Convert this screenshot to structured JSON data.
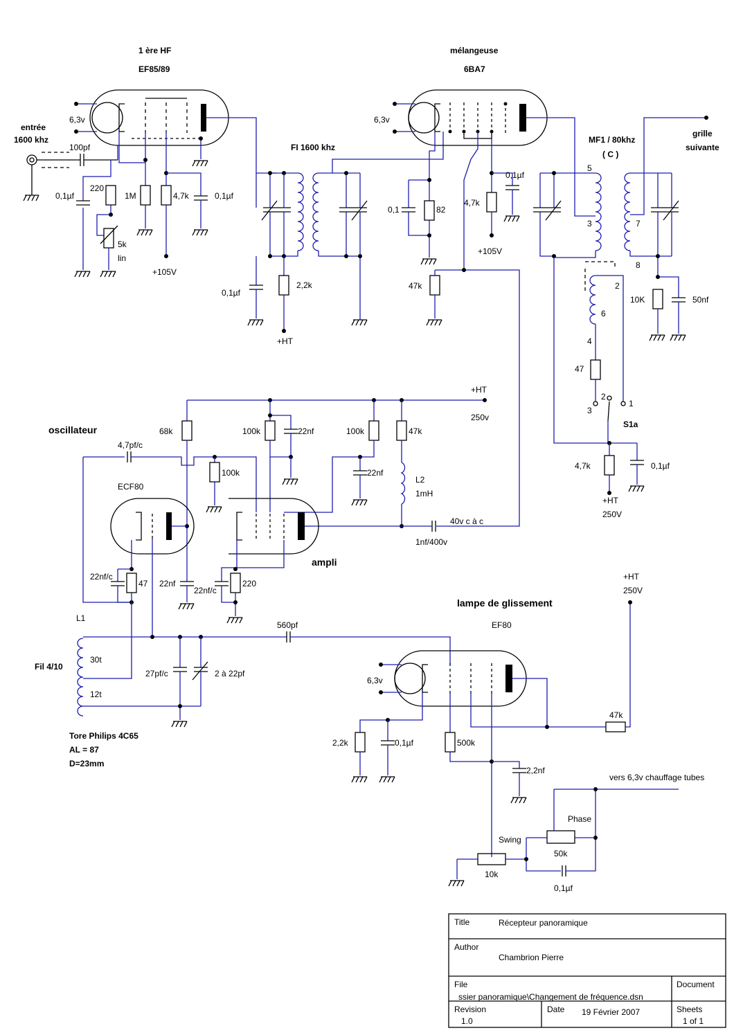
{
  "tubes": {
    "hf": {
      "label": "1 ère HF",
      "type": "EF85/89",
      "heater": "6,3v"
    },
    "mixer": {
      "label": "mélangeuse",
      "type": "6BA7",
      "heater": "6,3v"
    },
    "osc": {
      "type": "ECF80"
    },
    "sweep": {
      "label": "lampe de glissement",
      "type": "EF80",
      "heater": "6,3v"
    }
  },
  "sections": {
    "oscillator": "oscillateur",
    "ampli": "ampli",
    "fi": "FI 1600 khz",
    "mf1": "MF1 / 80khz",
    "mf1_c": "( C )",
    "grille": "grille",
    "suivante": "suivante",
    "input_a": "entrée",
    "input_b": "1600 khz"
  },
  "components": {
    "c100pf": "100pf",
    "r220": "220",
    "c01a": "0,1µf",
    "r1m": "1M",
    "r47k_a": "4,7k",
    "c01b": "0,1µf",
    "pot5k": "5k",
    "lin": "lin",
    "v105a": "+105V",
    "c01c": "0,1µf",
    "r22k": "2,2k",
    "ht_a": "+HT",
    "c01d": "0,1",
    "r82": "82",
    "r47k_b": "4,7k",
    "c01e": "0,1µf",
    "v105b": "+105V",
    "r47k_c": "47k",
    "n5": "5",
    "n3": "3",
    "n7": "7",
    "n8": "8",
    "n2": "2",
    "n6": "6",
    "n4": "4",
    "r10k_a": "10K",
    "c50nf": "50nf",
    "r47": "47",
    "sw1": "1",
    "sw2": "2",
    "sw3": "3",
    "s1a": "S1a",
    "r47k_d": "4,7k",
    "c01f": "0,1µf",
    "ht_b": "+HT",
    "v250a": "250V",
    "ht_c": "+HT",
    "v250b": "250v",
    "c47pf": "4,7pf/c",
    "r68k": "68k",
    "r100k_a": "100k",
    "c22nf_a": "22nf",
    "r100k_b": "100k",
    "r47k_e": "47k",
    "r100k_c": "100k",
    "c22nf_b": "22nf",
    "l2": "L2",
    "l2v": "1mH",
    "vpp": "40v c à c",
    "c1nf": "1nf/400v",
    "c22nfc_a": "22nf/c",
    "r47b": "47",
    "c22nf_c": "22nf",
    "c22nfc_b": "22nf/c",
    "r220b": "220",
    "l1": "L1",
    "wire": "Fil 4/10",
    "t30": "30t",
    "t12": "12t",
    "c27pf": "27pf/c",
    "c2_22": "2 à 22pf",
    "c560": "560pf",
    "tore1": "Tore Philips 4C65",
    "tore2": "AL = 87",
    "tore3": "D=23mm",
    "ht_d": "+HT",
    "v250c": "250V",
    "r22k_b": "2,2k",
    "c01g": "0,1µf",
    "r500k": "500k",
    "c22nf_d": "2,2nf",
    "r47k_f": "47k",
    "heater_note": "vers 6,3v chauffage tubes",
    "phase": "Phase",
    "r50k": "50k",
    "swing": "Swing",
    "r10k_b": "10k",
    "c01h": "0,1µf"
  },
  "titleblock": {
    "title_label": "Title",
    "title_value": "Récepteur panoramique",
    "author_label": "Author",
    "author_value": "Chambrion Pierre",
    "file_label": "File",
    "file_value": "ssier panoramique\\Changement de fréquence.dsn",
    "document_label": "Document",
    "revision_label": "Revision",
    "revision_value": "1.0",
    "date_label": "Date",
    "date_value": "19 Février 2007",
    "sheets_label": "Sheets",
    "sheets_value": "1 of 1"
  }
}
